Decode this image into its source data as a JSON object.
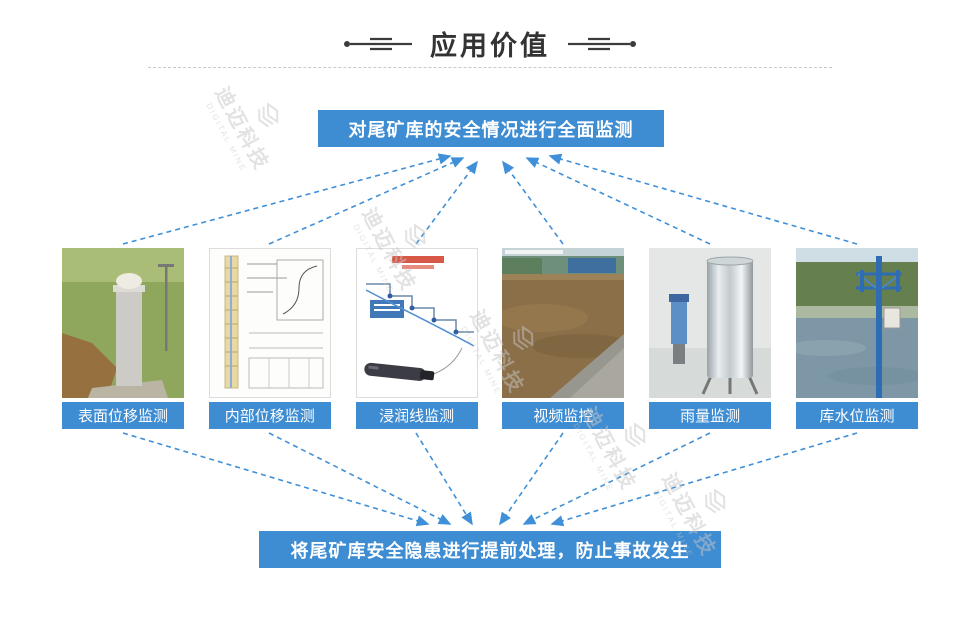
{
  "page": {
    "title": "应用价值"
  },
  "watermark": {
    "text": "迪迈科技",
    "subtext": "DIGITAL MINE"
  },
  "top_banner": {
    "label": "对尾矿库的安全情况进行全面监测"
  },
  "bottom_banner": {
    "label": "将尾矿库安全隐患进行提前处理，防止事故发生"
  },
  "monitors": [
    {
      "label": "表面位移监测",
      "image": "surface-displacement-photo"
    },
    {
      "label": "内部位移监测",
      "image": "internal-displacement-diagram"
    },
    {
      "label": "浸润线监测",
      "image": "phreatic-line-diagram"
    },
    {
      "label": "视频监控",
      "image": "video-surveillance-photo"
    },
    {
      "label": "雨量监测",
      "image": "rain-gauge-photo"
    },
    {
      "label": "库水位监测",
      "image": "water-level-photo"
    }
  ],
  "colors": {
    "banner_blue": "#3e8cd2",
    "arrow_blue": "#3f90d8"
  }
}
